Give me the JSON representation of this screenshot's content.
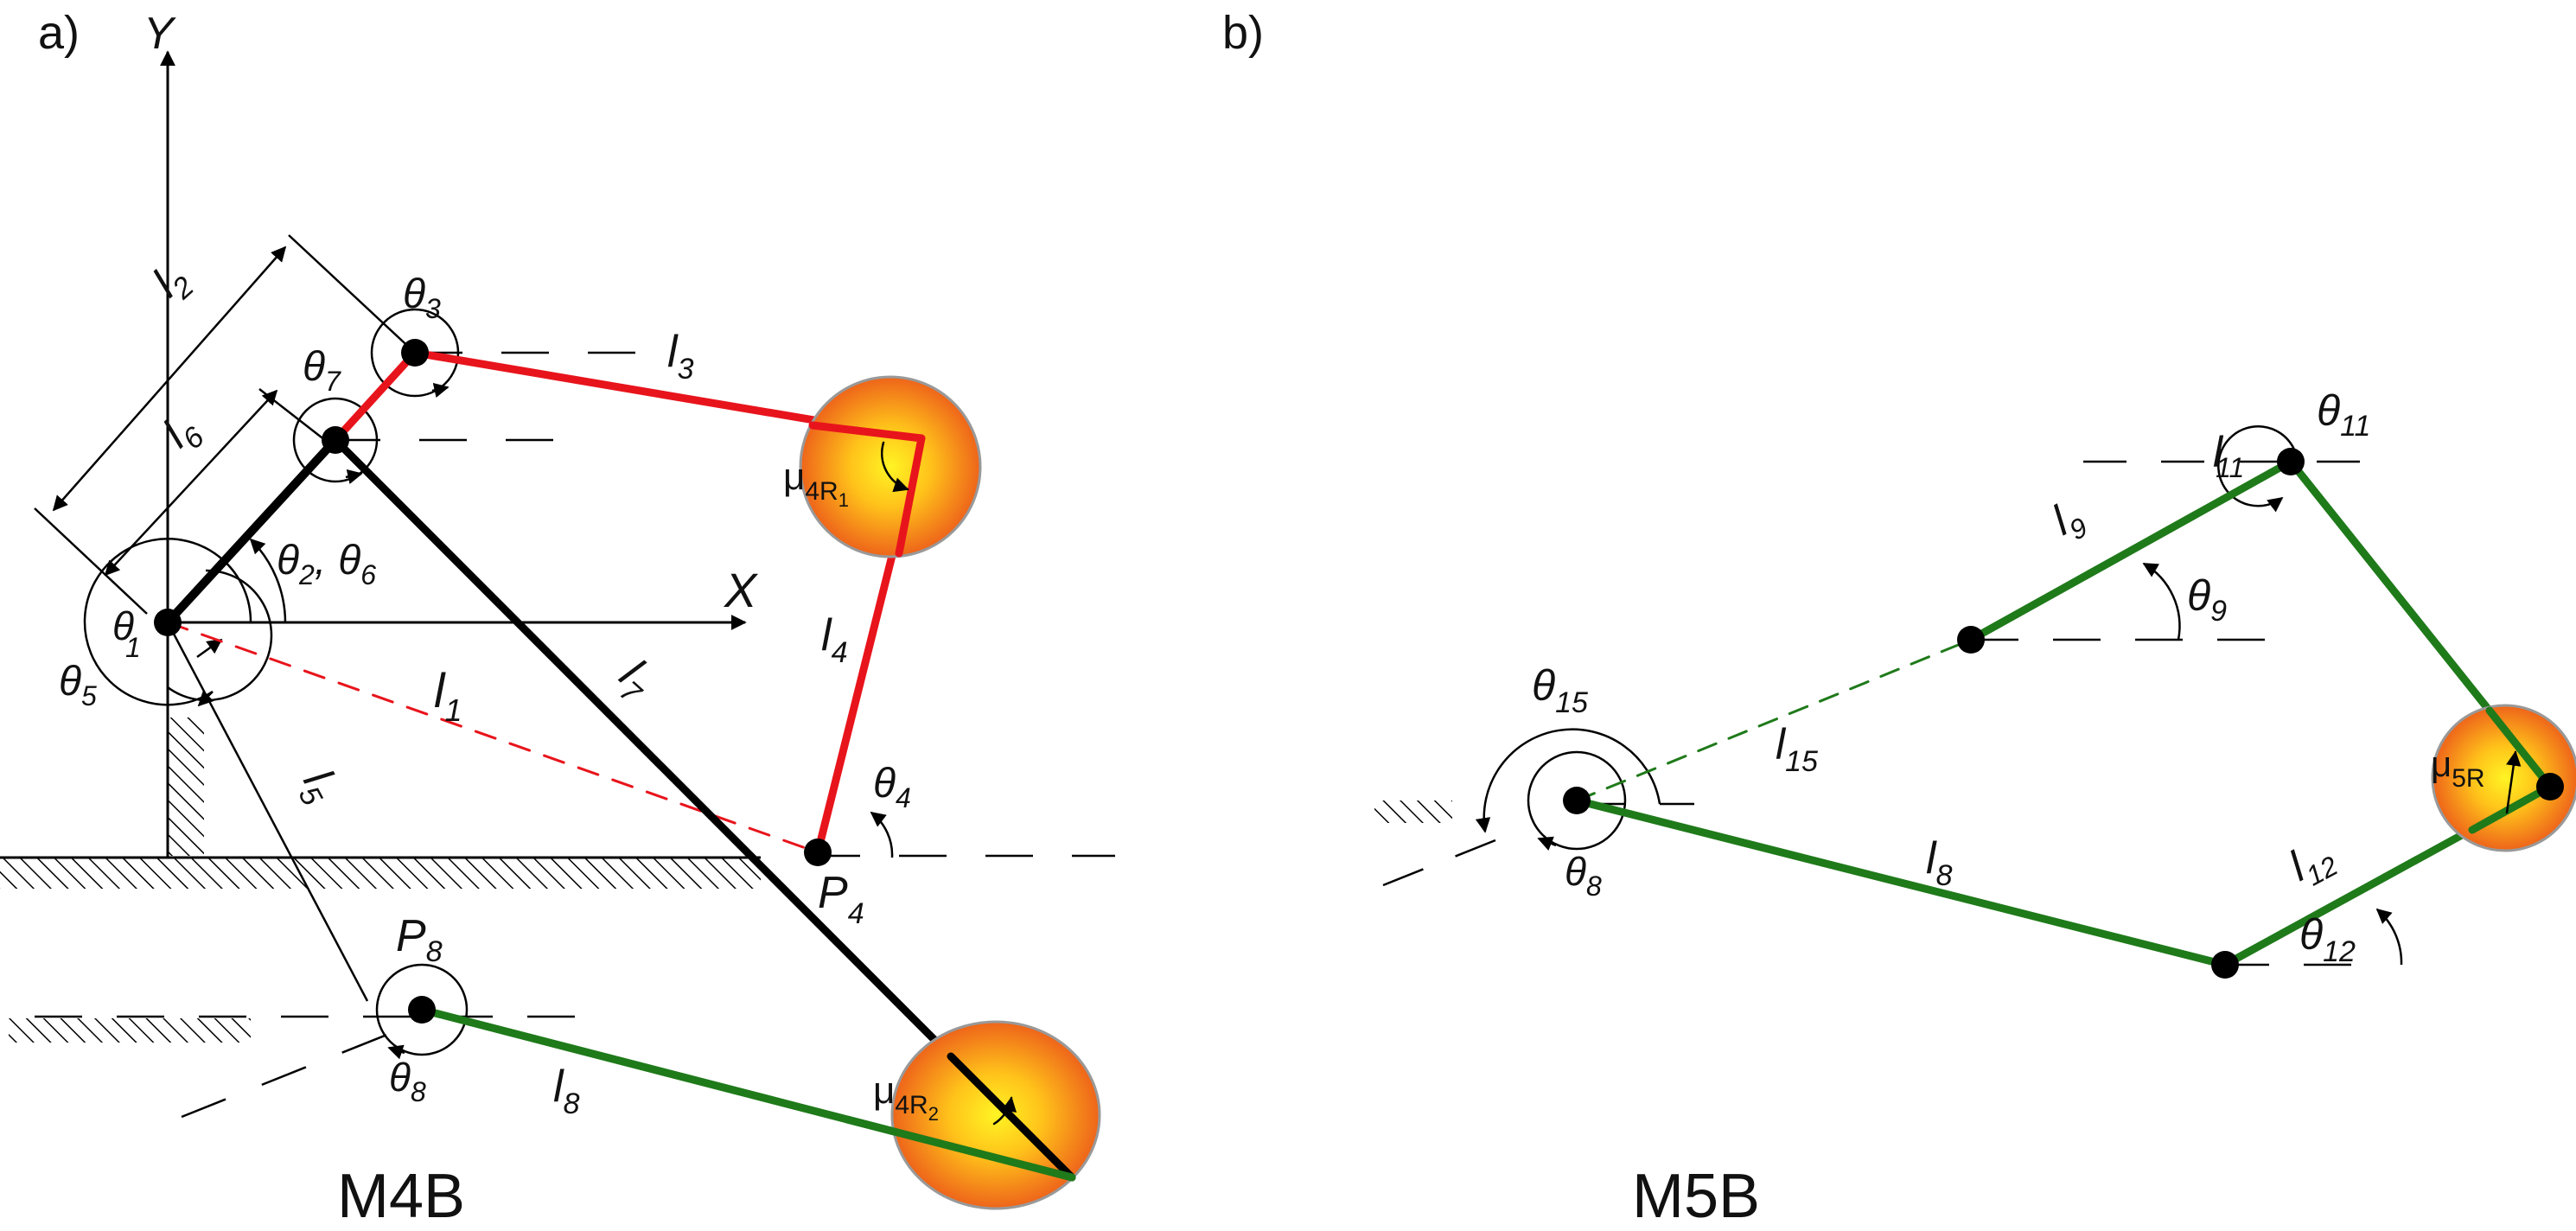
{
  "panel_a": {
    "tag": "a)",
    "caption": "M4B",
    "axis_y": "Y",
    "axis_x": "X",
    "labels": {
      "l2": "l",
      "l2_sub": "2",
      "l6": "l",
      "l6_sub": "6",
      "l3": "l",
      "l3_sub": "3",
      "l1": "l",
      "l1_sub": "1",
      "l7": "l",
      "l7_sub": "7",
      "l4": "l",
      "l4_sub": "4",
      "l5": "l",
      "l5_sub": "5",
      "l8": "l",
      "l8_sub": "8",
      "theta3": "θ",
      "theta3_sub": "3",
      "theta7": "θ",
      "theta7_sub": "7",
      "theta2": "θ",
      "theta2_sub": "2",
      "theta_sep": ",",
      "theta6": "θ",
      "theta6_sub": "6",
      "theta1": "θ",
      "theta1_sub": "1",
      "theta5": "θ",
      "theta5_sub": "5",
      "theta4": "θ",
      "theta4_sub": "4",
      "theta8": "θ",
      "theta8_sub": "8",
      "p4": "P",
      "p4_sub": "4",
      "p8": "P",
      "p8_sub": "8",
      "mu1": "μ",
      "mu1_sub": "4R",
      "mu1_subsub": "1",
      "mu2": "μ",
      "mu2_sub": "4R",
      "mu2_subsub": "2"
    }
  },
  "panel_b": {
    "tag": "b)",
    "caption": "M5B",
    "labels": {
      "l9": "l",
      "l9_sub": "9",
      "l11": "l",
      "l11_sub": "11",
      "l15": "l",
      "l15_sub": "15",
      "l8": "l",
      "l8_sub": "8",
      "l12": "l",
      "l12_sub": "12",
      "theta9": "θ",
      "theta9_sub": "9",
      "theta11": "θ",
      "theta11_sub": "11",
      "theta15": "θ",
      "theta15_sub": "15",
      "theta8": "θ",
      "theta8_sub": "8",
      "theta12": "θ",
      "theta12_sub": "12",
      "mu": "μ",
      "mu_sub": "5R"
    }
  },
  "colors": {
    "red_link": "#e8141c",
    "green_link": "#1f7a1a",
    "black_link": "#000000",
    "ball_center": "#fff020",
    "ball_edge": "#ee6a1a"
  }
}
